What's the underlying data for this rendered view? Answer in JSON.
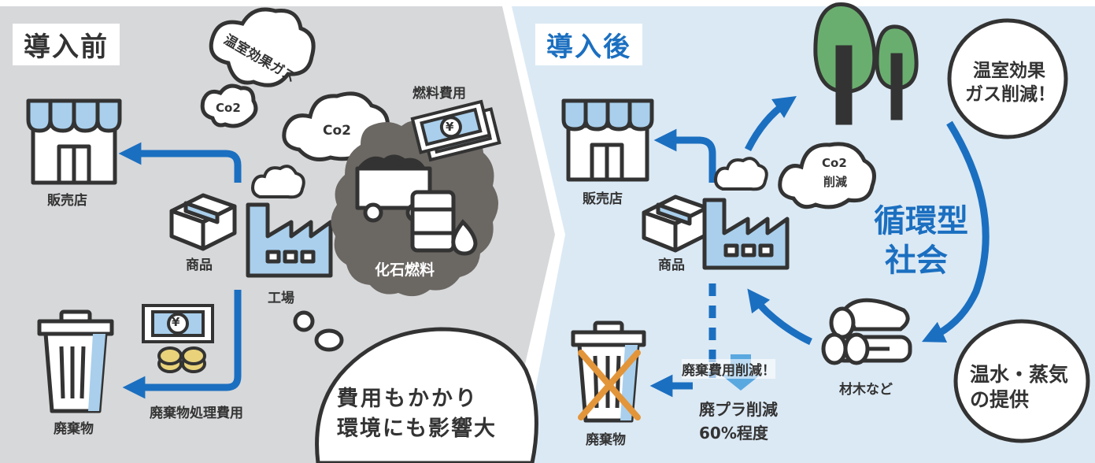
{
  "before": {
    "title": "導入前",
    "shop_label": "販売店",
    "product_label": "商品",
    "factory_label": "工場",
    "waste_label": "廃棄物",
    "disposal_cost_label": "廃棄物処理費用",
    "fuel_cost_label": "燃料費用",
    "fossil_fuel_label": "化石燃料",
    "greenhouse_gas_label": "温室効果ガス",
    "co2_small": "Co2",
    "co2_large": "Co2",
    "yen_symbol": "¥",
    "speech_line1": "費用もかかり",
    "speech_line2": "環境にも影響大"
  },
  "after": {
    "title": "導入後",
    "shop_label": "販売店",
    "product_label": "商品",
    "waste_label": "廃棄物",
    "co2_cloud_line1": "Co2",
    "co2_cloud_line2": "削減",
    "circular_line1": "循環型",
    "circular_line2": "社会",
    "wood_label": "材木など",
    "disposal_reduction": "廃棄費用削減！",
    "plastic_line1": "廃プラ削減",
    "plastic_line2": "60%程度",
    "bubble_ghg_line1": "温室効果",
    "bubble_ghg_line2": "ガス削減！",
    "bubble_heat_line1": "温水・蒸気",
    "bubble_heat_line2": "の提供"
  },
  "colors": {
    "before_bg": "#d7d8da",
    "after_bg": "#dbe9f4",
    "arrow_blue": "#1b6fc0",
    "icon_blue": "#a9cfec",
    "outline": "#333333",
    "fossil_cloud": "#6b6763",
    "tree_green": "#6aae6f",
    "cross_orange": "#e3953a"
  }
}
